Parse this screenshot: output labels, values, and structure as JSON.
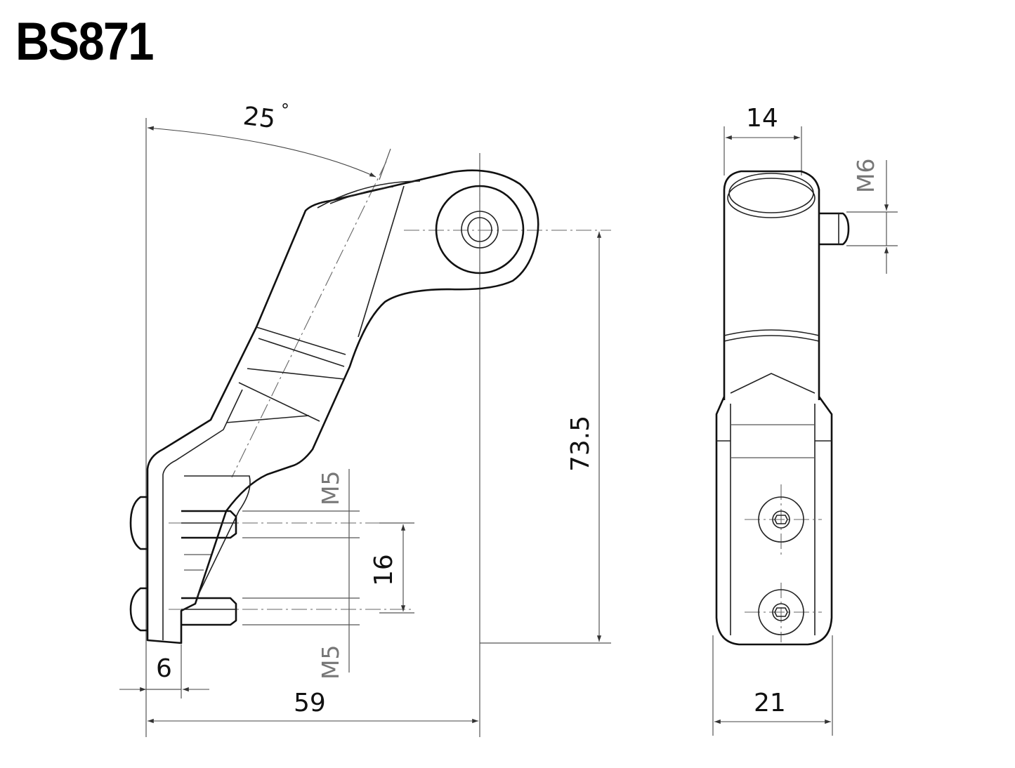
{
  "title": "BS871",
  "dimensions": {
    "angle": "25",
    "angle_unit": "°",
    "width_top": "14",
    "thread_side": "M6",
    "height": "73.5",
    "thread_upper": "M5",
    "spacing": "16",
    "thread_lower": "M5",
    "plate": "6",
    "length": "59",
    "width_bottom": "21"
  }
}
